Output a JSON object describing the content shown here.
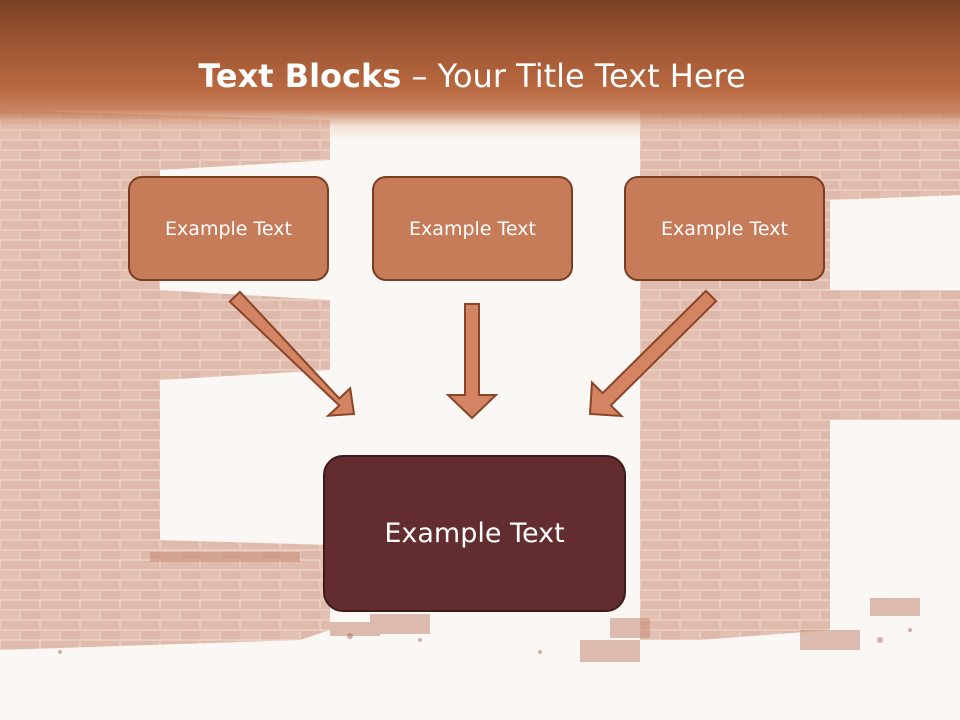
{
  "slide": {
    "title_bold": "Text Blocks",
    "title_rest": " – Your Title Text Here",
    "box_left_text": "Example Text",
    "box_middle_text": "Example Text",
    "box_right_text": "Example Text",
    "box_main_text": "Example Text"
  },
  "colors": {
    "header_dark": "#7a4224",
    "header_light": "#b8683f",
    "box_fill": "#c67b59",
    "box_border": "#7a3e22",
    "main_box_fill": "#632d2f",
    "arrow_fill": "#d38462",
    "arrow_stroke": "#8a4528",
    "brick": "#c98e76"
  }
}
